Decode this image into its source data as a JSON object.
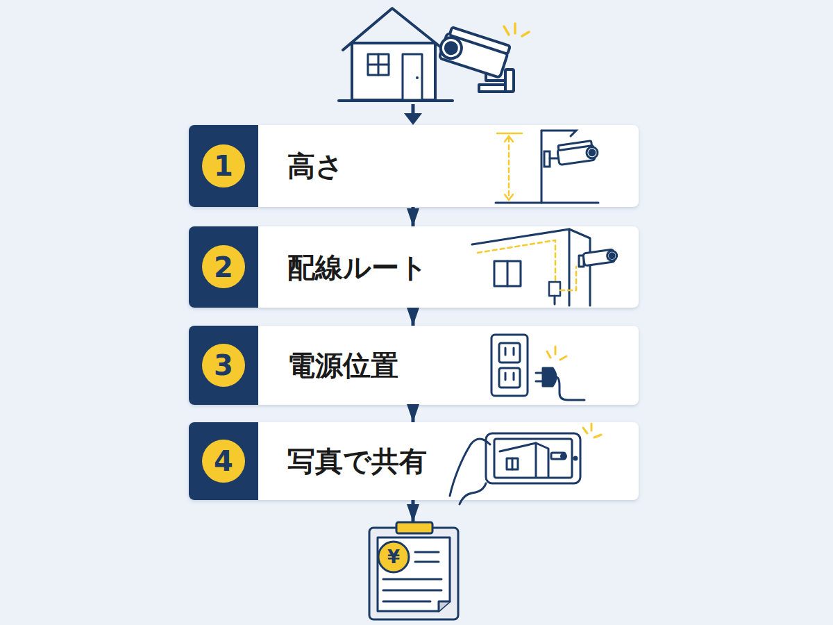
{
  "diagram": {
    "nodes": [
      {
        "text": [
          "1",
          "高さ"
        ]
      },
      {
        "text": [
          "2",
          "配線ルート"
        ]
      },
      {
        "text": [
          "3",
          "電源位置"
        ]
      },
      {
        "text": [
          "4",
          "写真で共有"
        ]
      },
      {
        "text": [
          "¥"
        ]
      }
    ],
    "edges": [
      {
        "from": 0,
        "to": 1,
        "arrow": "to"
      },
      {
        "from": 1,
        "to": 2,
        "arrow": "to"
      },
      {
        "from": 2,
        "to": 3,
        "arrow": "to"
      },
      {
        "from": 3,
        "to": 4,
        "arrow": "to"
      }
    ]
  }
}
